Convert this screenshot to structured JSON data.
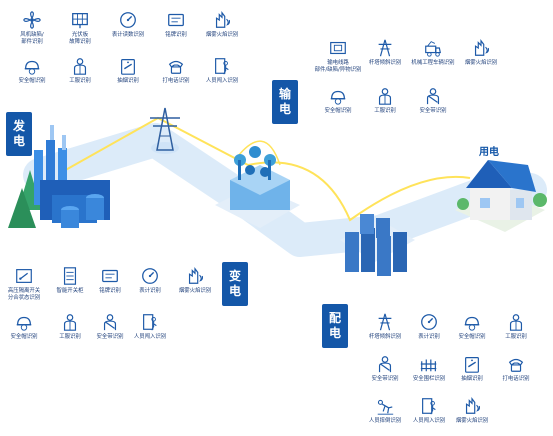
{
  "colors": {
    "accent": "#1457a8",
    "icon": "#1e5aa8",
    "line": "#ffe35a",
    "band": "#dbeaf8"
  },
  "stages": {
    "generation": {
      "label": "发电"
    },
    "transmission": {
      "label": "输电"
    },
    "transformation": {
      "label": "变电"
    },
    "distribution": {
      "label": "配电"
    },
    "consumption": {
      "label": "用电"
    }
  },
  "generation_items": [
    {
      "icon": "fan-icon",
      "label": "风机缺陷/\n部件识别"
    },
    {
      "icon": "solar-panel-icon",
      "label": "光伏板\n故障识别"
    },
    {
      "icon": "gauge-icon",
      "label": "表计读数识别"
    },
    {
      "icon": "nameplate-icon",
      "label": "铭牌识别"
    },
    {
      "icon": "smoke-fire-icon",
      "label": "烟雾火焰识别"
    },
    {
      "icon": "helmet-icon",
      "label": "安全帽识别"
    },
    {
      "icon": "workwear-icon",
      "label": "工服识别"
    },
    {
      "icon": "smoking-icon",
      "label": "抽烟识别"
    },
    {
      "icon": "phone-icon",
      "label": "打电话识别"
    },
    {
      "icon": "intrusion-icon",
      "label": "人员闯入识别"
    }
  ],
  "transmission_items": [
    {
      "icon": "line-part-icon",
      "label": "输电线路\n部件/缺陷/异物识别"
    },
    {
      "icon": "tower-icon",
      "label": "杆塔倾斜识别"
    },
    {
      "icon": "vehicle-icon",
      "label": "机械工程车辆识别"
    },
    {
      "icon": "smoke-fire-icon",
      "label": "烟雾火焰识别"
    },
    {
      "icon": "helmet-icon",
      "label": "安全帽识别"
    },
    {
      "icon": "workwear-icon",
      "label": "工服识别"
    },
    {
      "icon": "safety-belt-icon",
      "label": "安全带识别"
    }
  ],
  "transformation_items": [
    {
      "icon": "switch-status-icon",
      "label": "高压隔离开关\n分合状态识别"
    },
    {
      "icon": "smart-switch-icon",
      "label": "智能开关柜"
    },
    {
      "icon": "nameplate-icon",
      "label": "铭牌识别"
    },
    {
      "icon": "gauge-icon",
      "label": "表计识别"
    },
    {
      "icon": "smoke-fire-icon",
      "label": "烟雾火焰识别"
    },
    {
      "icon": "helmet-icon",
      "label": "安全帽识别"
    },
    {
      "icon": "workwear-icon",
      "label": "工服识别"
    },
    {
      "icon": "safety-belt-icon",
      "label": "安全带识别"
    },
    {
      "icon": "intrusion-icon",
      "label": "人员闯入识别"
    }
  ],
  "distribution_items": [
    {
      "icon": "tower-icon",
      "label": "杆塔倾斜识别"
    },
    {
      "icon": "gauge-icon",
      "label": "表计识别"
    },
    {
      "icon": "helmet-icon",
      "label": "安全帽识别"
    },
    {
      "icon": "workwear-icon",
      "label": "工服识别"
    },
    {
      "icon": "safety-belt-icon",
      "label": "安全带识别"
    },
    {
      "icon": "fence-icon",
      "label": "安全围栏识别"
    },
    {
      "icon": "smoking-icon",
      "label": "抽烟识别"
    },
    {
      "icon": "phone-icon",
      "label": "打电话识别"
    },
    {
      "icon": "fall-icon",
      "label": "人员摔倒识别"
    },
    {
      "icon": "intrusion-icon",
      "label": "人员闯入识别"
    },
    {
      "icon": "smoke-fire-icon",
      "label": "烟雾火焰识别"
    }
  ]
}
